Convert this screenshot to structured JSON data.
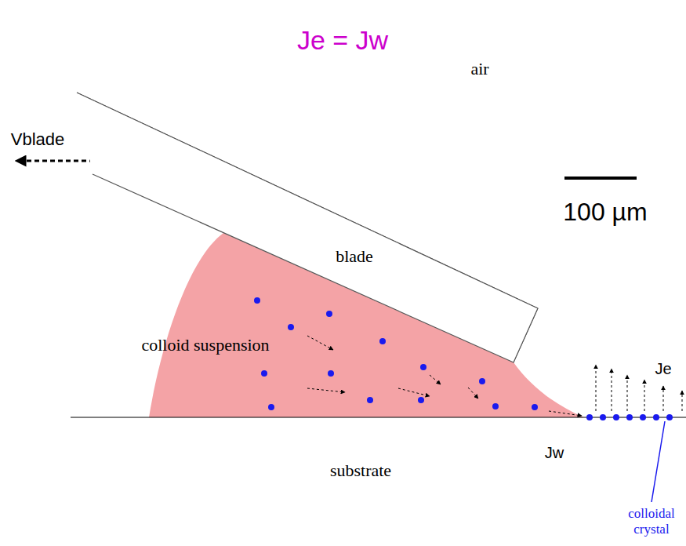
{
  "diagram": {
    "title": "Je = Jw",
    "nodes": [
      {
        "text": [
          "blade"
        ]
      }
    ],
    "labels": [
      "Vblade",
      "air",
      "100 µm",
      "colloid suspension",
      "Je",
      "Jw",
      "substrate",
      "colloidal crystal"
    ]
  }
}
